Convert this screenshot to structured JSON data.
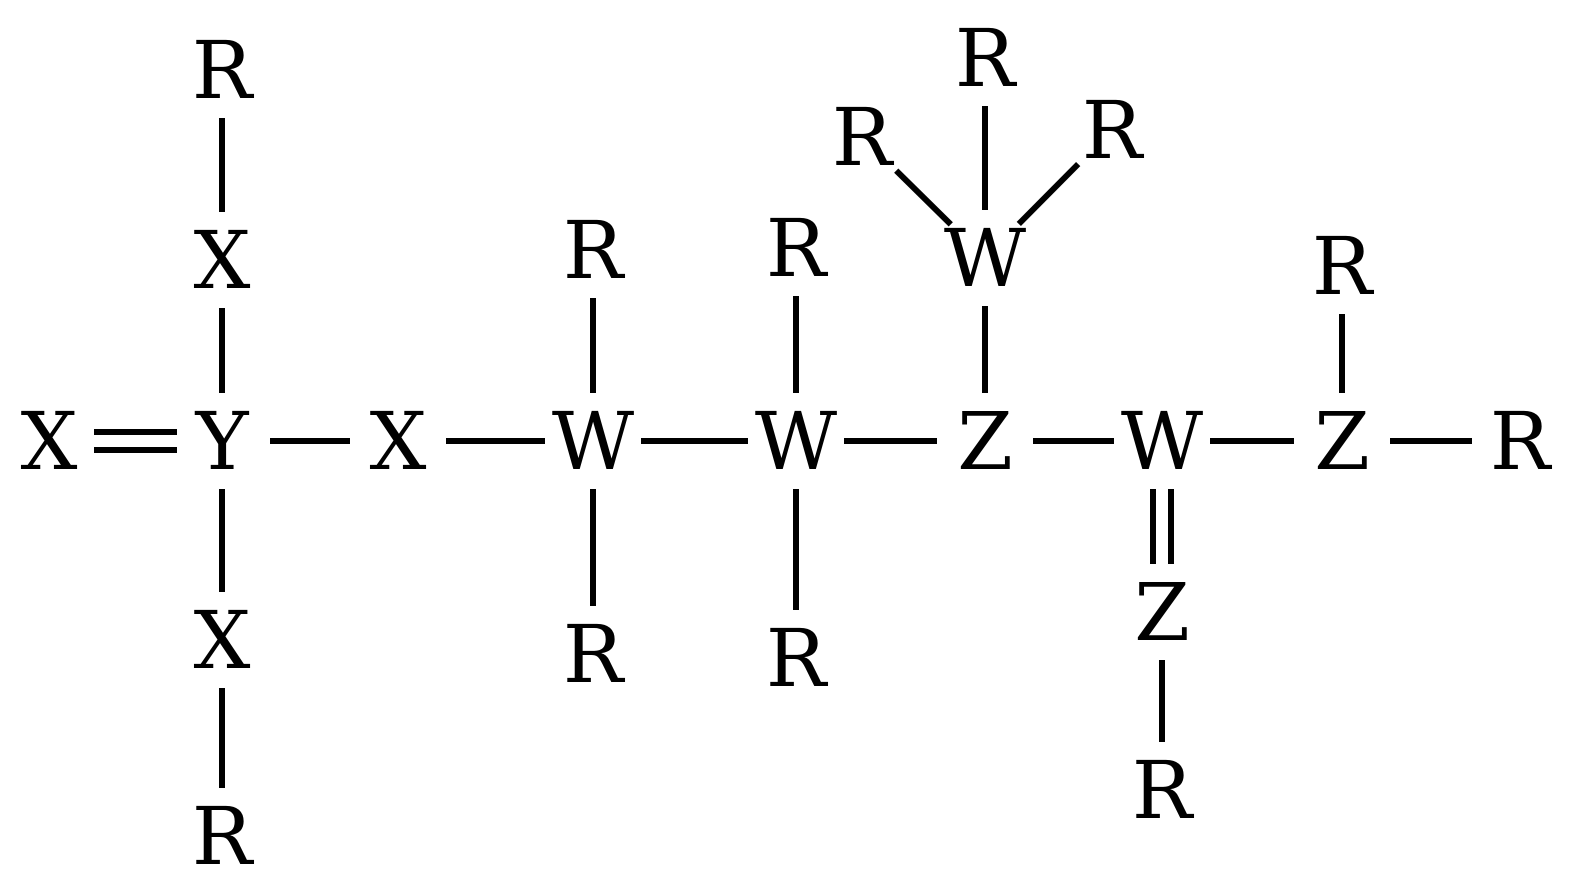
{
  "diagram": {
    "atoms": [
      {
        "id": "x0",
        "label": "X"
      },
      {
        "id": "y1",
        "label": "Y"
      },
      {
        "id": "x2",
        "label": "X"
      },
      {
        "id": "w3",
        "label": "W"
      },
      {
        "id": "w4",
        "label": "W"
      },
      {
        "id": "z5",
        "label": "Z"
      },
      {
        "id": "w6",
        "label": "W"
      },
      {
        "id": "z7",
        "label": "Z"
      },
      {
        "id": "r8",
        "label": "R"
      },
      {
        "id": "xu",
        "label": "X"
      },
      {
        "id": "ru",
        "label": "R"
      },
      {
        "id": "xd",
        "label": "X"
      },
      {
        "id": "rd",
        "label": "R"
      },
      {
        "id": "r3u",
        "label": "R"
      },
      {
        "id": "r3d",
        "label": "R"
      },
      {
        "id": "r4u",
        "label": "R"
      },
      {
        "id": "r4d",
        "label": "R"
      },
      {
        "id": "w5u",
        "label": "W"
      },
      {
        "id": "r5t",
        "label": "R"
      },
      {
        "id": "r5l",
        "label": "R"
      },
      {
        "id": "r5r",
        "label": "R"
      },
      {
        "id": "z6d",
        "label": "Z"
      },
      {
        "id": "r6d",
        "label": "R"
      },
      {
        "id": "r7u",
        "label": "R"
      }
    ],
    "bonds": [
      {
        "from": "x0",
        "to": "y1",
        "order": 2
      },
      {
        "from": "y1",
        "to": "x2",
        "order": 1
      },
      {
        "from": "x2",
        "to": "w3",
        "order": 1
      },
      {
        "from": "w3",
        "to": "w4",
        "order": 1
      },
      {
        "from": "w4",
        "to": "z5",
        "order": 1
      },
      {
        "from": "z5",
        "to": "w6",
        "order": 1
      },
      {
        "from": "w6",
        "to": "z7",
        "order": 1
      },
      {
        "from": "z7",
        "to": "r8",
        "order": 1
      },
      {
        "from": "y1",
        "to": "xu",
        "order": 1
      },
      {
        "from": "xu",
        "to": "ru",
        "order": 1
      },
      {
        "from": "y1",
        "to": "xd",
        "order": 1
      },
      {
        "from": "xd",
        "to": "rd",
        "order": 1
      },
      {
        "from": "w3",
        "to": "r3u",
        "order": 1
      },
      {
        "from": "w3",
        "to": "r3d",
        "order": 1
      },
      {
        "from": "w4",
        "to": "r4u",
        "order": 1
      },
      {
        "from": "w4",
        "to": "r4d",
        "order": 1
      },
      {
        "from": "z5",
        "to": "w5u",
        "order": 1
      },
      {
        "from": "w5u",
        "to": "r5t",
        "order": 1
      },
      {
        "from": "w5u",
        "to": "r5l",
        "order": 1
      },
      {
        "from": "w5u",
        "to": "r5r",
        "order": 1
      },
      {
        "from": "w6",
        "to": "z6d",
        "order": 2
      },
      {
        "from": "z6d",
        "to": "r6d",
        "order": 1
      },
      {
        "from": "z7",
        "to": "r7u",
        "order": 1
      }
    ]
  }
}
